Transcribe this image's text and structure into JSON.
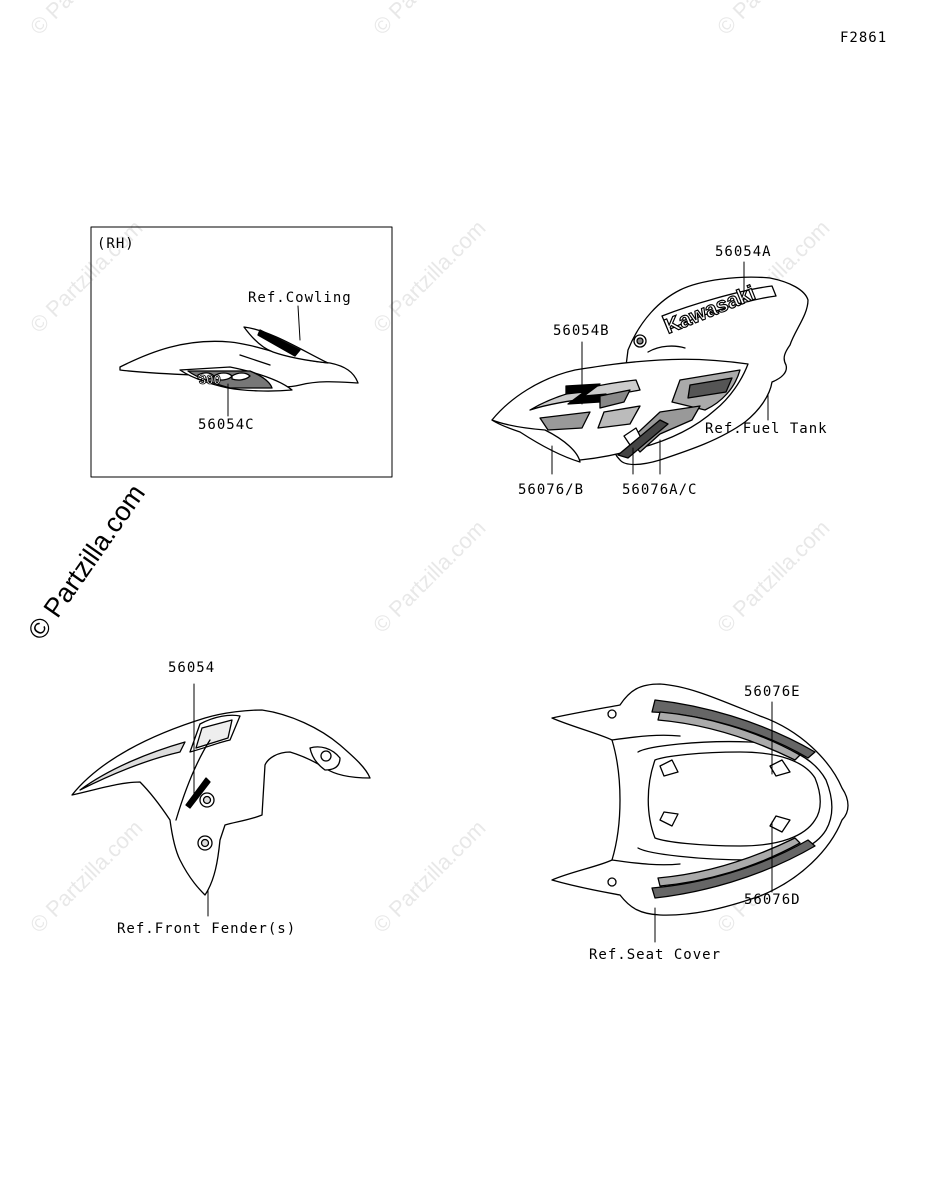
{
  "figure_code": "F2861",
  "watermark": "© Partzilla.com",
  "inset_side": "(RH)",
  "labels": {
    "ref_cowling": "Ref.Cowling",
    "p_56054c": "56054C",
    "p_56054a": "56054A",
    "p_56054b": "56054B",
    "ref_fuel_tank": "Ref.Fuel Tank",
    "p_56076b": "56076/B",
    "p_56076ac": "56076A/C",
    "p_56054": "56054",
    "ref_front_fender": "Ref.Front Fender(s)",
    "p_56076e": "56076E",
    "p_56076d": "56076D",
    "ref_seat_cover": "Ref.Seat Cover"
  },
  "decals": {
    "brand": "Kawasaki",
    "model_mark": "300"
  }
}
